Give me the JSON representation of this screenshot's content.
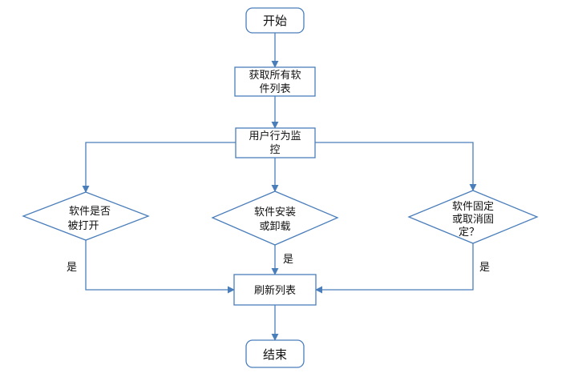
{
  "diagram": {
    "colors": {
      "stroke": "#4a7ebb",
      "fill": "#ffffff",
      "text": "#111111"
    },
    "nodes": {
      "start": {
        "type": "terminator",
        "lines": [
          "开始"
        ]
      },
      "get_list": {
        "type": "process",
        "lines": [
          "获取所有软",
          "件列表"
        ]
      },
      "monitor": {
        "type": "process",
        "lines": [
          "用户行为监",
          "控"
        ]
      },
      "decision_open": {
        "type": "decision",
        "lines": [
          "软件是否",
          "被打开"
        ]
      },
      "decision_install": {
        "type": "decision",
        "lines": [
          "软件安装",
          "或卸载"
        ]
      },
      "decision_pin": {
        "type": "decision",
        "lines": [
          "软件固定",
          "或取消固",
          "定？"
        ]
      },
      "refresh": {
        "type": "process",
        "lines": [
          "刷新列表"
        ]
      },
      "end": {
        "type": "terminator",
        "lines": [
          "结束"
        ]
      }
    },
    "edges": {
      "yes_open": "是",
      "yes_install": "是",
      "yes_pin": "是"
    }
  }
}
